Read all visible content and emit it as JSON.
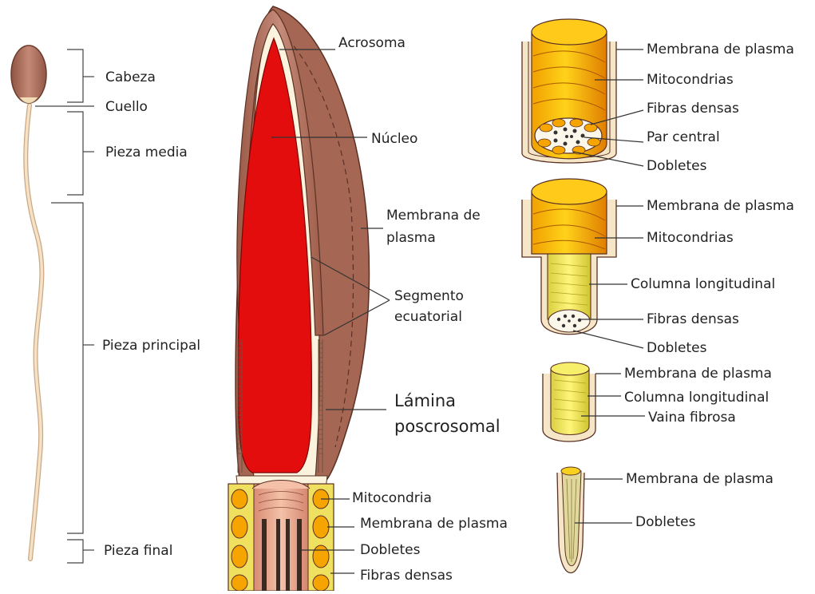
{
  "overview": {
    "head": "Cabeza",
    "neck": "Cuello",
    "midpiece": "Pieza media",
    "principal": "Pieza principal",
    "endpiece": "Pieza final"
  },
  "head_section": {
    "acrosome": "Acrosoma",
    "nucleus": "Núcleo",
    "membrane_1": "Membrana de",
    "membrane_2": "plasma",
    "equatorial_1": "Segmento",
    "equatorial_2": "ecuatorial",
    "postacrosomal_1": "Lámina",
    "postacrosomal_2": "poscrosomal",
    "mitochondrion": "Mitocondria",
    "plasma_membrane": "Membrana de plasma",
    "doublets": "Dobletes",
    "dense_fibers": "Fibras densas"
  },
  "section_midpiece": {
    "plasma_membrane": "Membrana de plasma",
    "mitochondria": "Mitocondrias",
    "dense_fibers": "Fibras densas",
    "central_pair": "Par central",
    "doublets": "Dobletes"
  },
  "section_principal_start": {
    "plasma_membrane": "Membrana de plasma",
    "mitochondria": "Mitocondrias",
    "longitudinal_column": "Columna longitudinal",
    "dense_fibers": "Fibras densas",
    "doublets": "Dobletes"
  },
  "section_principal": {
    "plasma_membrane": "Membrana de plasma",
    "longitudinal_column": "Columna longitudinal",
    "fibrous_sheath": "Vaina fibrosa"
  },
  "section_endpiece": {
    "plasma_membrane": "Membrana de plasma",
    "doublets": "Dobletes"
  },
  "colors": {
    "nucleus": "#e40d0d",
    "acrosome": "#b06a58",
    "membrane": "#f5e6c8",
    "mitochondria": "#f6a500",
    "fibers": "#e8e060",
    "sperm_head": "#a86a55",
    "sperm_tail": "#f3dcb8"
  }
}
